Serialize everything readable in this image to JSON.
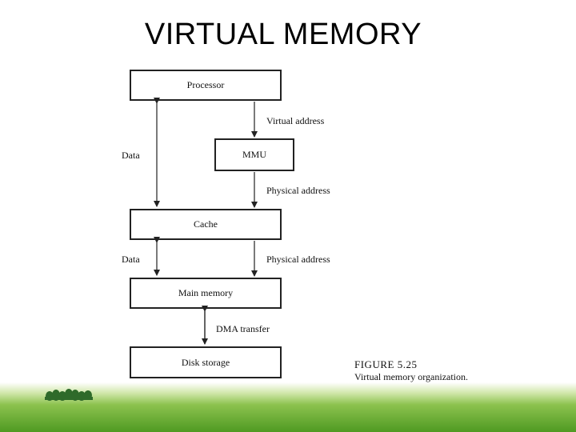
{
  "slide": {
    "title": "VIRTUAL MEMORY"
  },
  "diagram": {
    "boxes": {
      "processor": "Processor",
      "mmu": "MMU",
      "cache": "Cache",
      "main_memory": "Main memory",
      "disk_storage": "Disk storage"
    },
    "labels": {
      "virtual_address": "Virtual address",
      "physical_address_1": "Physical address",
      "physical_address_2": "Physical address",
      "data_1": "Data",
      "data_2": "Data",
      "dma_transfer": "DMA transfer"
    },
    "caption": {
      "figure_number": "FIGURE 5.25",
      "text": "Virtual memory organization."
    }
  },
  "colors": {
    "grass": "#5fa82a",
    "sky_fade": "#ffffff",
    "trees": "#2f6a2a"
  }
}
